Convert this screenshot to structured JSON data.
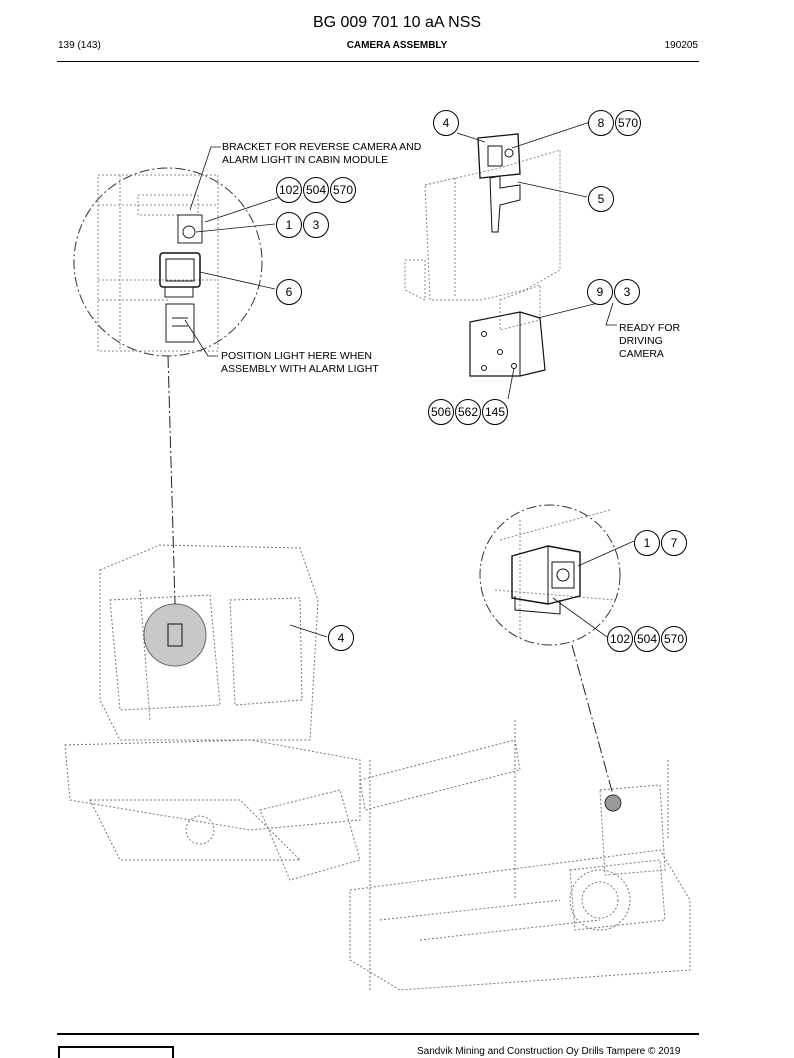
{
  "header": {
    "doc_title": "BG 009 701 10 aA NSS",
    "page_number": "139 (143)",
    "section_title": "CAMERA ASSEMBLY",
    "date_code": "190205"
  },
  "notes": {
    "bracket": [
      "BRACKET FOR REVERSE CAMERA AND",
      "ALARM LIGHT IN CABIN MODULE"
    ],
    "position_light": [
      "POSITION LIGHT HERE WHEN",
      "ASSEMBLY WITH ALARM LIGHT"
    ],
    "ready": [
      "READY FOR",
      "DRIVING",
      "CAMERA"
    ]
  },
  "callouts": {
    "c4_top": "4",
    "c8": "8",
    "c570_top": "570",
    "c5": "5",
    "c102_a": "102",
    "c504_a": "504",
    "c570_a": "570",
    "c1_a": "1",
    "c3_a": "3",
    "c6": "6",
    "c9": "9",
    "c3_b": "3",
    "c506": "506",
    "c562": "562",
    "c145": "145",
    "c1_b": "1",
    "c7": "7",
    "c102_b": "102",
    "c504_b": "504",
    "c570_b": "570",
    "c4_mid": "4"
  },
  "footer": {
    "copyright": "Sandvik Mining and Construction Oy Drills Tampere © 2019"
  }
}
